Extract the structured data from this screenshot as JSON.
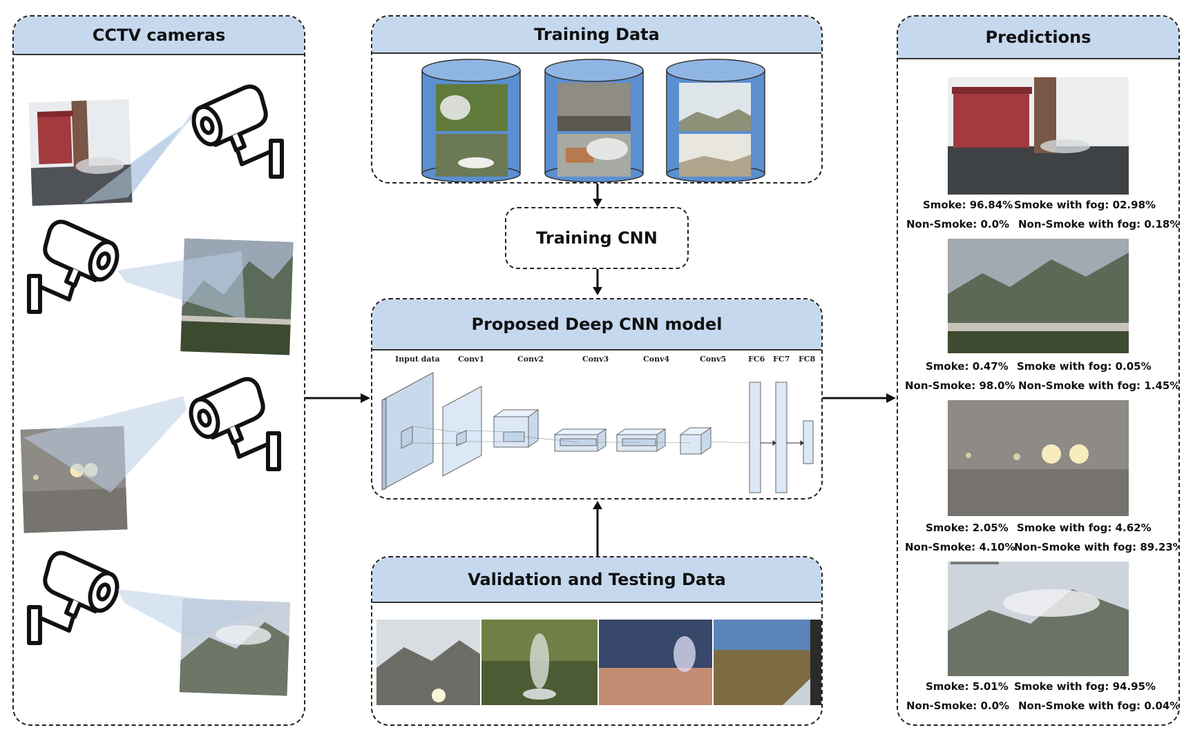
{
  "panels": {
    "cctv": {
      "title": "CCTV cameras"
    },
    "training_data": {
      "title": "Training Data"
    },
    "training_cnn": {
      "title": "Training CNN"
    },
    "model": {
      "title": "Proposed Deep CNN model"
    },
    "validation": {
      "title": "Validation and Testing Data"
    },
    "predictions": {
      "title": "Predictions"
    }
  },
  "cnn_layers": [
    "Input data",
    "Conv1",
    "Conv2",
    "Conv3",
    "Conv4",
    "Conv5",
    "FC6",
    "FC7",
    "FC8"
  ],
  "predictions": [
    {
      "smoke": "Smoke: 96.84%",
      "smoke_fog": "Smoke with fog: 02.98%",
      "non_smoke": "Non-Smoke: 0.0%",
      "non_smoke_fog": "Non-Smoke with fog: 0.18%"
    },
    {
      "smoke": "Smoke: 0.47%",
      "smoke_fog": "Smoke with fog: 0.05%",
      "non_smoke": "Non-Smoke: 98.0%",
      "non_smoke_fog": "Non-Smoke with fog: 1.45%"
    },
    {
      "smoke": "Smoke: 2.05%",
      "smoke_fog": "Smoke with fog: 4.62%",
      "non_smoke": "Non-Smoke: 4.10%",
      "non_smoke_fog": "Non-Smoke with fog: 89.23%"
    },
    {
      "smoke": "Smoke: 5.01%",
      "smoke_fog": "Smoke with fog: 94.95%",
      "non_smoke": "Non-Smoke: 0.0%",
      "non_smoke_fog": "Non-Smoke with fog: 0.04%"
    }
  ],
  "colors": {
    "header": "#c6d8ee",
    "cylinder": "#5b8fd0",
    "layer": "#dce8f6",
    "beam": "#b9cde6"
  }
}
